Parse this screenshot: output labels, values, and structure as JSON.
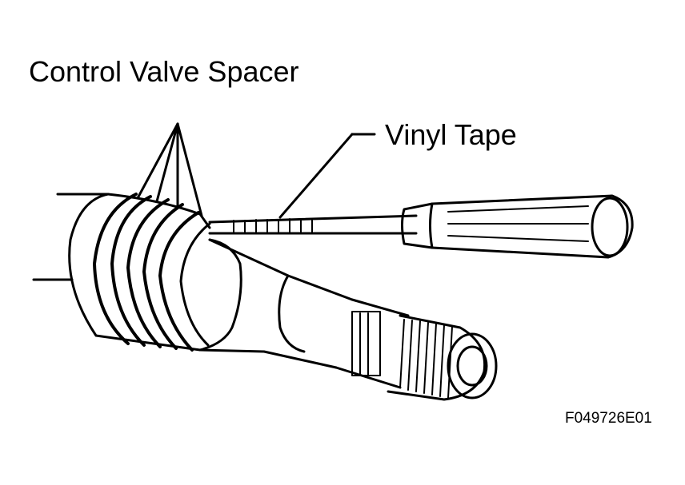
{
  "labels": {
    "spacer": "Control Valve Spacer",
    "tape": "Vinyl Tape"
  },
  "figure_id": "F049726E01",
  "colors": {
    "ink": "#000000",
    "paper": "#ffffff"
  }
}
